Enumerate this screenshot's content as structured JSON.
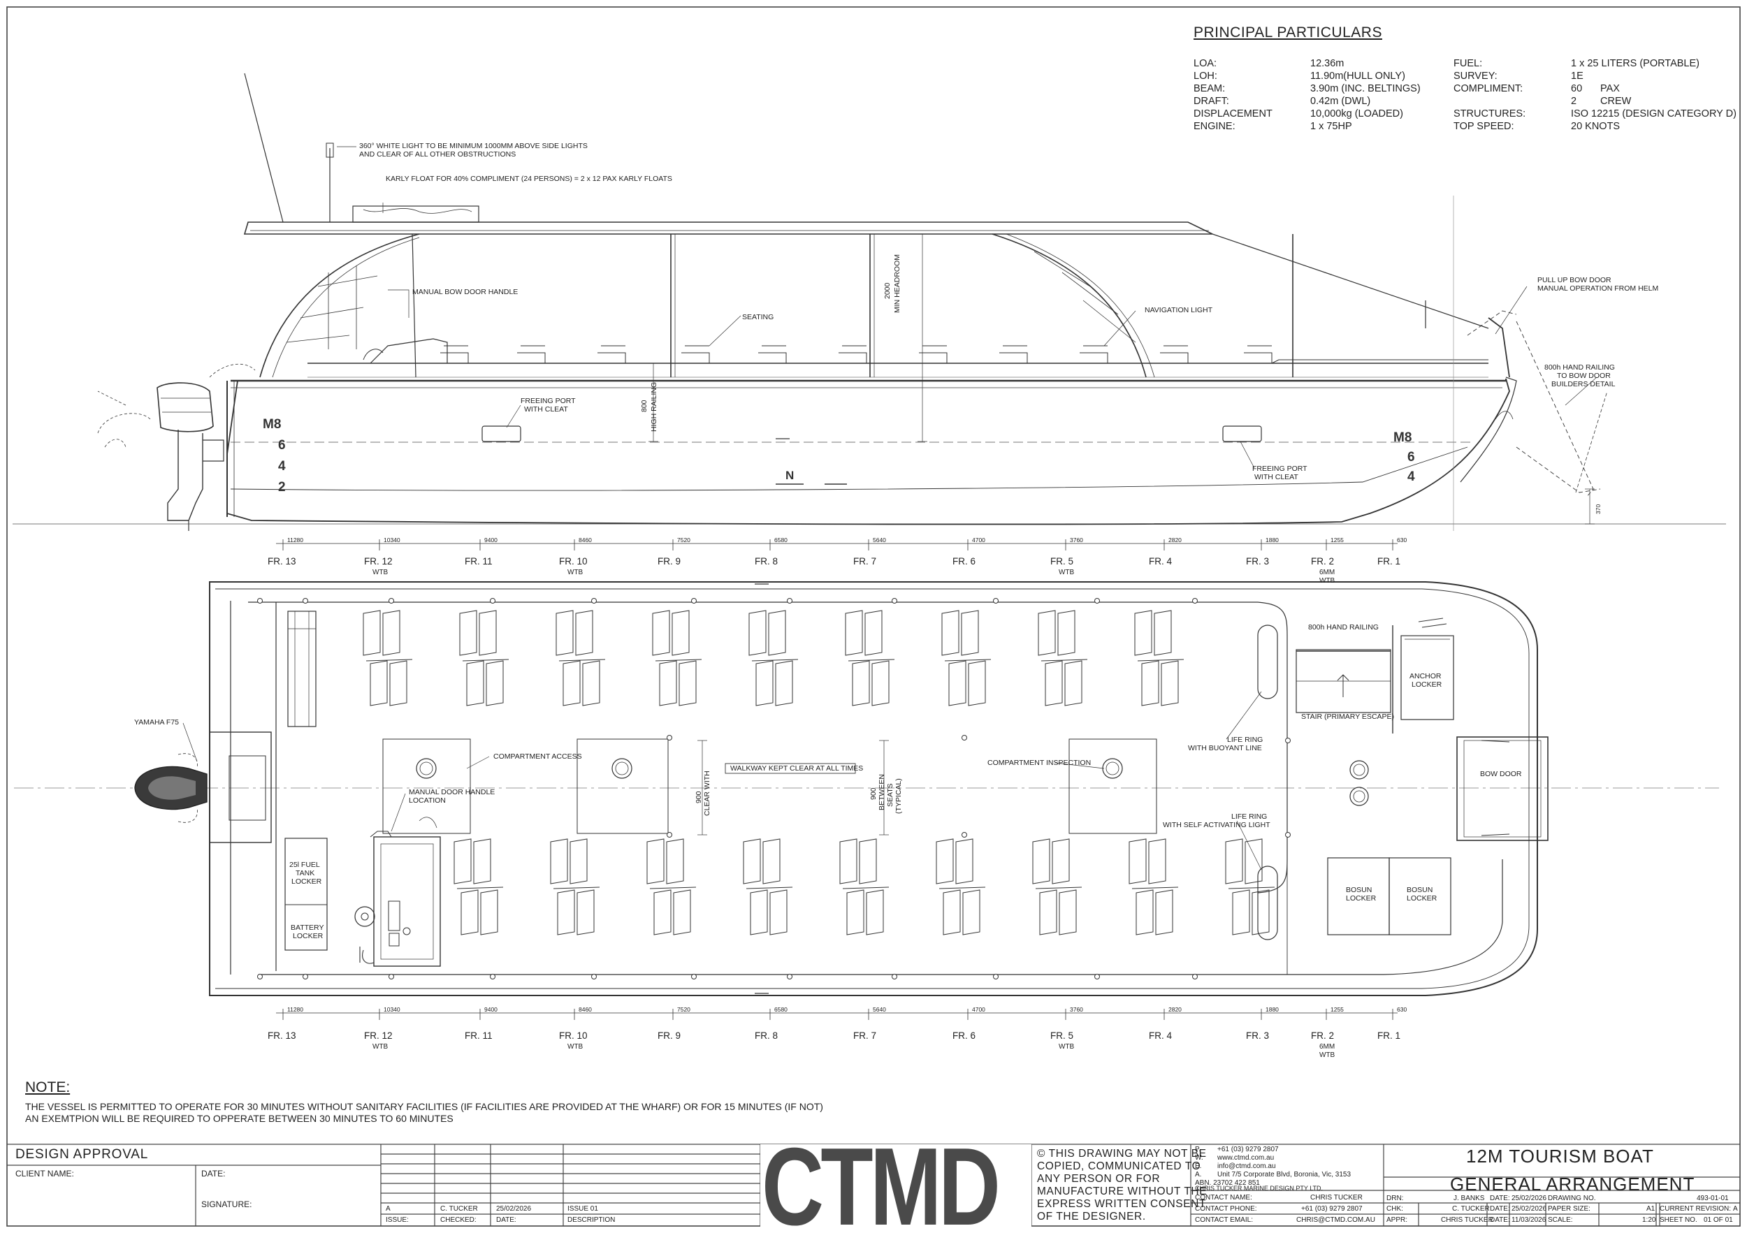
{
  "principal": {
    "title": "PRINCIPAL PARTICULARS",
    "left": [
      {
        "label": "LOA:",
        "value": "12.36m"
      },
      {
        "label": "LOH:",
        "value": "11.90m(HULL ONLY)"
      },
      {
        "label": "BEAM:",
        "value": "3.90m (INC. BELTINGS)"
      },
      {
        "label": "DRAFT:",
        "value": "0.42m (DWL)"
      },
      {
        "label": "DISPLACEMENT",
        "value": "10,000kg (LOADED)"
      },
      {
        "label": "ENGINE:",
        "value": "1 x 75HP"
      }
    ],
    "right": [
      {
        "label": "FUEL:",
        "value": "1 x 25 LITERS (PORTABLE)",
        "extra": ""
      },
      {
        "label": "SURVEY:",
        "value": "1E",
        "extra": ""
      },
      {
        "label": "COMPLIMENT:",
        "value": "60",
        "extra": "PAX"
      },
      {
        "label": "",
        "value": "2",
        "extra": "CREW"
      },
      {
        "label": "STRUCTURES:",
        "value": "ISO 12215 (DESIGN CATEGORY  D)",
        "extra": ""
      },
      {
        "label": "TOP SPEED:",
        "value": "20 KNOTS",
        "extra": ""
      }
    ]
  },
  "profile": {
    "ann_light": [
      "360° WHITE LIGHT TO BE MINIMUM 1000MM ABOVE SIDE LIGHTS",
      "AND CLEAR OF ALL OTHER OBSTRUCTIONS"
    ],
    "ann_karly": "KARLY FLOAT FOR 40% COMPLIMENT (24 PERSONS) = 2 x 12 PAX KARLY FLOATS",
    "ann_door_handle": "MANUAL BOW DOOR HANDLE",
    "ann_seating": "SEATING",
    "ann_headroom": [
      "2000",
      "MIN HEADROOM"
    ],
    "ann_nav_light": "NAVIGATION LIGHT",
    "ann_bow_door": [
      "PULL UP BOW DOOR",
      "MANUAL OPERATION FROM HELM"
    ],
    "ann_hand_rail": [
      "800h HAND RAILING",
      "TO BOW DOOR",
      "BUILDERS DETAIL"
    ],
    "ann_freeing_aft": [
      "FREEING PORT",
      "WITH CLEAT"
    ],
    "ann_freeing_fwd": [
      "FREEING PORT",
      "WITH CLEAT"
    ],
    "ann_railing": [
      "800",
      "HIGH RAILING"
    ],
    "dim_370": "370",
    "reg_aft": [
      "M8",
      "6",
      "4",
      "2"
    ],
    "reg_fwd": [
      "M8",
      "6",
      "4"
    ],
    "n_mark": "N"
  },
  "frames": {
    "labels": [
      "FR. 13",
      "FR. 12",
      "FR. 11",
      "FR. 10",
      "FR. 9",
      "FR. 8",
      "FR. 7",
      "FR. 6",
      "FR. 5",
      "FR. 4",
      "FR. 3",
      "FR. 2",
      "FR. 1"
    ],
    "subs": [
      "",
      "WTB",
      "",
      "WTB",
      "",
      "",
      "",
      "",
      "WTB",
      "",
      "",
      "6MM",
      ""
    ],
    "subs2": [
      "",
      "",
      "",
      "",
      "",
      "",
      "",
      "",
      "",
      "",
      "",
      "WTB",
      ""
    ],
    "dims": [
      "11280",
      "10340",
      "9400",
      "8460",
      "7520",
      "6580",
      "5640",
      "4700",
      "3760",
      "2820",
      "1880",
      "1255",
      "630"
    ]
  },
  "plan": {
    "ann_yamaha": "YAMAHA F75",
    "ann_comp_access": "COMPARTMENT ACCESS",
    "ann_manual_handle": [
      "MANUAL DOOR HANDLE",
      "LOCATION"
    ],
    "ann_walkway": "WALKWAY KEPT CLEAR AT ALL TIMES",
    "ann_clear": [
      "900",
      "CLEAR WITH"
    ],
    "ann_between": [
      "900",
      "BETWEEN",
      "SEATS",
      "(TYPICAL)"
    ],
    "ann_comp_insp": "COMPARTMENT INSPECTION",
    "ann_life_ring_1": [
      "LIFE RING",
      "WITH BUOYANT LINE"
    ],
    "ann_life_ring_2": [
      "LIFE RING",
      "WITH SELF ACTIVATING LIGHT"
    ],
    "ann_rail": "800h HAND RAILING",
    "ann_stair": "STAIR (PRIMARY ESCAPE)",
    "ann_anchor": [
      "ANCHOR",
      "LOCKER"
    ],
    "ann_bow_door": "BOW DOOR",
    "ann_bosun_1": [
      "BOSUN",
      "LOCKER"
    ],
    "ann_bosun_2": [
      "BOSUN",
      "LOCKER"
    ],
    "ann_fuel": [
      "25l FUEL",
      "TANK",
      "LOCKER"
    ],
    "ann_battery": [
      "BATTERY",
      "LOCKER"
    ]
  },
  "note": {
    "heading": "NOTE:",
    "lines": [
      "THE VESSEL IS PERMITTED TO OPERATE FOR 30 MINUTES WITHOUT SANITARY FACILITIES (IF FACILITIES ARE PROVIDED AT THE WHARF) OR FOR 15 MINUTES (IF NOT)",
      "AN EXEMTPION WILL BE REQUIRED TO OPPERATE BETWEEN 30 MINUTES TO 60 MINUTES"
    ]
  },
  "title_block": {
    "design_approval": "DESIGN APPROVAL",
    "client_name": "CLIENT NAME:",
    "date": "DATE:",
    "signature": "SIGNATURE:",
    "rev_row": {
      "issue": "A",
      "checked": "C. TUCKER",
      "date": "25/02/2026",
      "description": "ISSUE 01"
    },
    "rev_headers": {
      "issue": "ISSUE:",
      "checked": "CHECKED:",
      "date": "DATE:",
      "description": "DESCRIPTION"
    },
    "logo": "CTMD",
    "copyright": [
      "© THIS DRAWING MAY NOT BE",
      "COPIED, COMMUNICATED TO",
      "ANY PERSON OR FOR",
      "MANUFACTURE WITHOUT THE",
      "EXPRESS WRITTEN CONSENT",
      "OF THE DESIGNER."
    ],
    "company": {
      "p_label": "P.",
      "phone": "+61 (03) 9279 2807",
      "w_label": "W.",
      "web": "www.ctmd.com.au",
      "e_label": "E.",
      "email": "info@ctmd.com.au",
      "a_label": "A.",
      "address": "Unit 7/5 Corporate Blvd, Boronia, Vic, 3153",
      "abn": "ABN. 23702 422 851",
      "name": "CHRIS TUCKER MARINE DESIGN PTY LTD."
    },
    "contact": [
      {
        "label": "CONTACT NAME:",
        "value": "CHRIS TUCKER"
      },
      {
        "label": "CONTACT PHONE:",
        "value": "+61 (03) 9279 2807"
      },
      {
        "label": "CONTACT EMAIL:",
        "value": "CHRIS@CTMD.COM.AU"
      }
    ],
    "drawing_title_1": "12M TOURISM BOAT",
    "drawing_title_2": "GENERAL ARRANGEMENT",
    "approvals": [
      {
        "label": "DRN:",
        "name": "J. BANKS",
        "date_label": "DATE:",
        "date": "25/02/2026"
      },
      {
        "label": "CHK:",
        "name": "C. TUCKER",
        "date_label": "DATE:",
        "date": "25/02/2026"
      },
      {
        "label": "APPR:",
        "name": "CHRIS TUCKER",
        "date_label": "DATE:",
        "date": "11/03/2026"
      }
    ],
    "drawing_no_label": "DRAWING NO.",
    "drawing_no": "493-01-01",
    "paper_label": "PAPER SIZE:",
    "paper": "A1",
    "rev_label": "CURRENT REVISION:",
    "rev": "A",
    "scale_label": "SCALE:",
    "scale": "1:20",
    "sheet_label": "SHEET NO.",
    "sheet": "01 OF 01"
  }
}
